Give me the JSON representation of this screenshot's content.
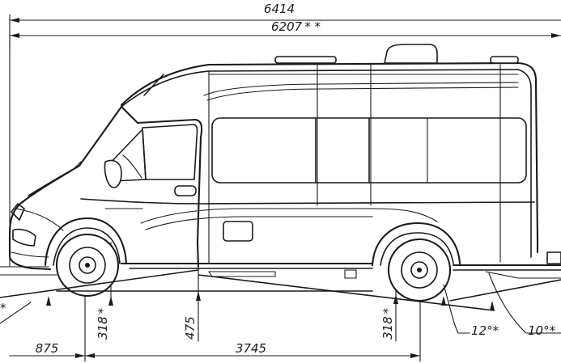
{
  "dimensions": {
    "overall_length": "6414",
    "body_length": "6207",
    "body_length_mark": "* *",
    "front_overhang": "875",
    "wheelbase": "3745",
    "front_ground_clearance": "318",
    "front_ground_clearance_mark": "*",
    "mid_ground_clearance": "475",
    "rear_ground_clearance": "318",
    "rear_ground_clearance_mark": "*",
    "departure_angle": "12",
    "departure_angle_mark": "°*",
    "ramp_angle": "10",
    "ramp_angle_mark": "°*",
    "cut_mark_left": "*"
  }
}
